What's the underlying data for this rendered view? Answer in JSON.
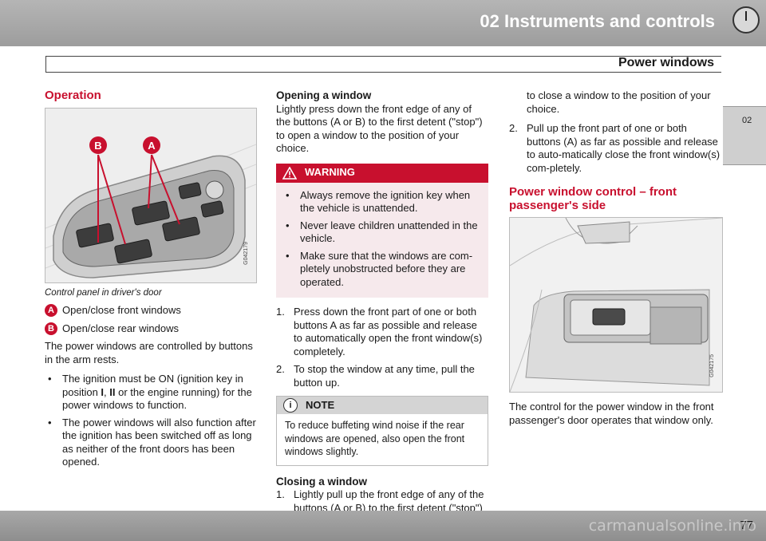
{
  "header": {
    "chapter_title": "02 Instruments and controls",
    "section_title": "Power windows",
    "tab_label": "02",
    "page_number": "77"
  },
  "col1": {
    "heading": "Operation",
    "figure": {
      "code": "G042179",
      "label_a": "A",
      "label_b": "B"
    },
    "caption": "Control panel in driver's door",
    "legend": [
      {
        "key": "A",
        "text": "Open/close front windows"
      },
      {
        "key": "B",
        "text": "Open/close rear windows"
      }
    ],
    "intro": "The power windows are controlled by buttons in the arm rests.",
    "bullet1": {
      "before": "The ignition must be ON (ignition key in position ",
      "pos1": "I",
      "mid": ", ",
      "pos2": "II",
      "after": " or the engine running) for the power windows to function."
    },
    "bullet2": "The power windows will also function after the ignition has been switched off as long as neither of the front doors has been opened."
  },
  "col2": {
    "heading_open": "Opening a window",
    "open_text": "Lightly press down the front edge of any of the buttons (A or B) to the first detent (\"stop\") to open a window to the position of your choice.",
    "warning": {
      "title": "WARNING",
      "items": [
        "Always remove the ignition key when the vehicle is unattended.",
        "Never leave children unattended in the vehicle.",
        "Make sure that the windows are com-pletely unobstructed before they are operated."
      ]
    },
    "steps": [
      {
        "n": "1.",
        "text": "Press down the front part of one or both buttons A as far as possible and release to automatically open the front window(s) completely."
      },
      {
        "n": "2.",
        "text": "To stop the window at any time, pull the button up."
      }
    ],
    "note": {
      "title": "NOTE",
      "text": "To reduce buffeting wind noise if the rear windows are opened, also open the front windows slightly."
    },
    "heading_close": "Closing a window",
    "close_step": {
      "n": "1.",
      "text": "Lightly pull up the front edge of any of the buttons (A or B) to the first detent (\"stop\")"
    }
  },
  "col3": {
    "continued": "to close a window to the position of your choice.",
    "step2": {
      "n": "2.",
      "text": "Pull up the front part of one or both buttons (A) as far as possible and release to auto-matically close the front window(s) com-pletely."
    },
    "heading": "Power window control – front passenger's side",
    "figure": {
      "code": "G042175"
    },
    "text": "The control for the power window in the front passenger's door operates that window only."
  },
  "footer": {
    "watermark": "carmanualsonline.info"
  },
  "colors": {
    "accent": "#c8102e",
    "warning_bg": "#f6e9ec",
    "header_gray": "#a8a8a8"
  }
}
